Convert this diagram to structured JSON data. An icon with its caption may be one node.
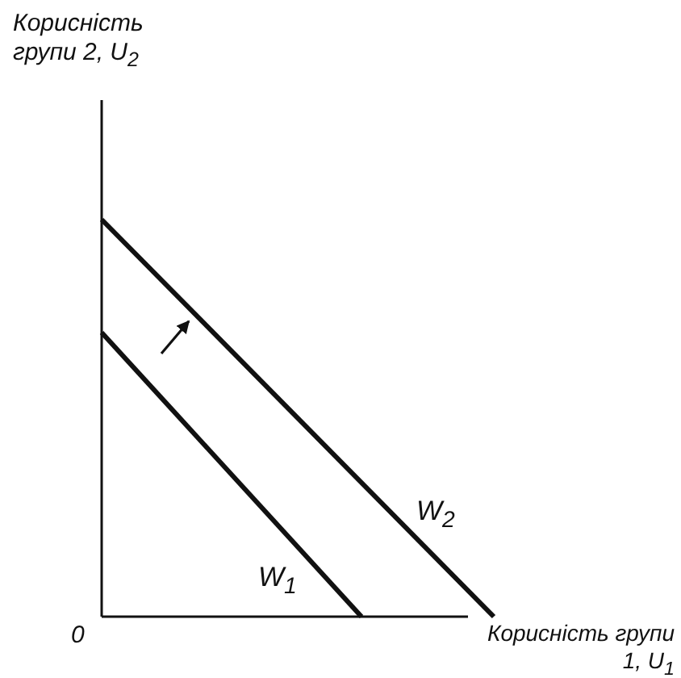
{
  "diagram": {
    "labels": [
      "Корисність групи 2, U$_{2}$",
      "0",
      "W$_{1}$",
      "W$_{2}$",
      "Корисність групи 1, U$_{1}$"
    ]
  }
}
